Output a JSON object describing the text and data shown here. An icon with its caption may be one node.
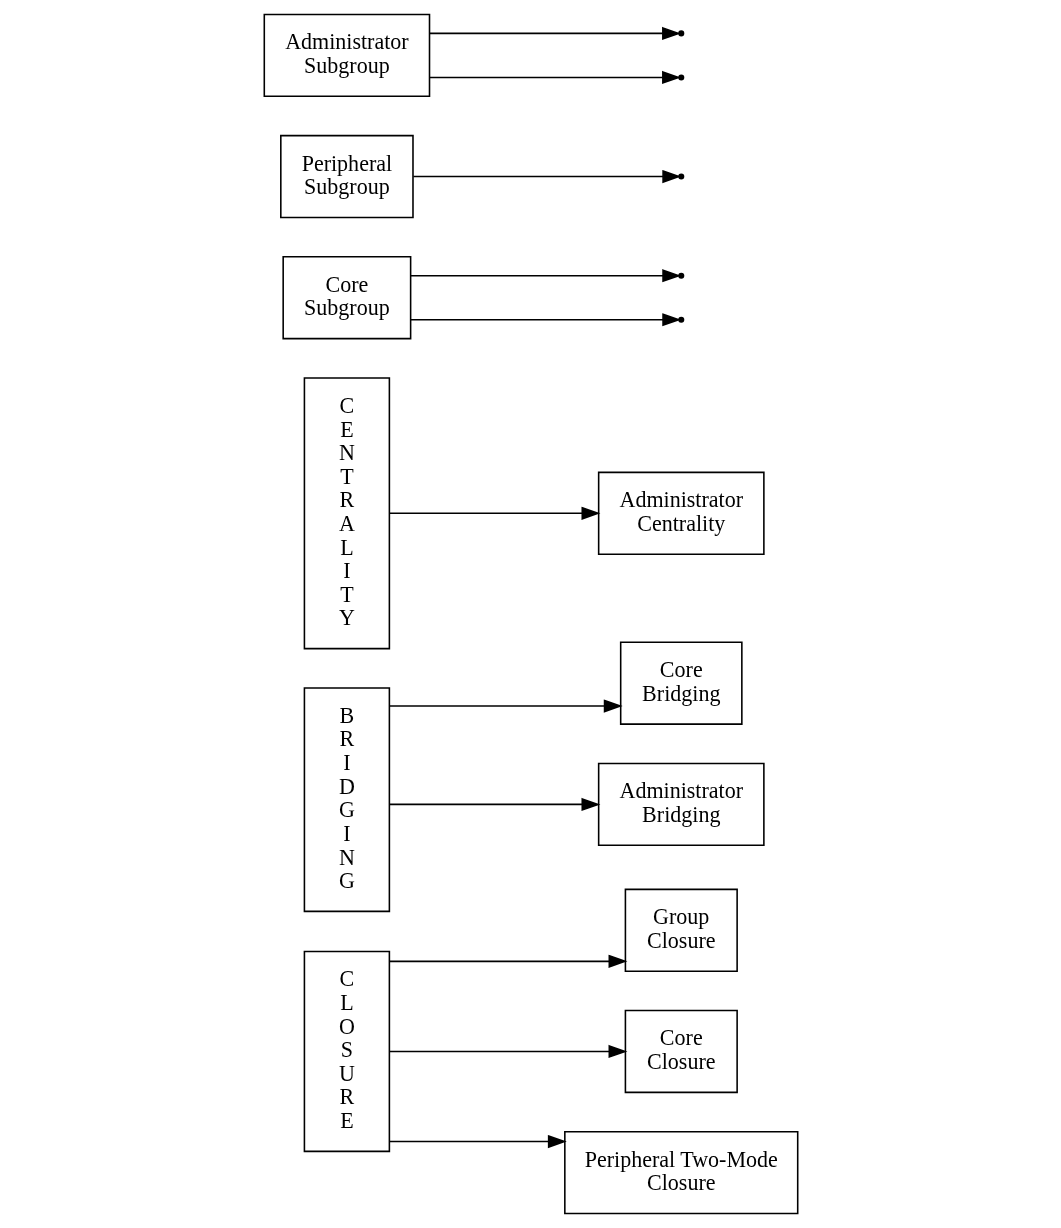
{
  "diagram": {
    "nodes": [
      {
        "text": [
          "C L O S U R E"
        ]
      },
      {
        "text": [
          "B R I D G I N G"
        ]
      },
      {
        "text": [
          "C E N T R A L I T Y"
        ]
      },
      {
        "text": [
          "Group Closure"
        ]
      },
      {
        "text": [
          "Core Closure"
        ]
      },
      {
        "text": [
          "Peripheral Two-Mode Closure"
        ]
      },
      {
        "text": [
          "Core Bridging"
        ]
      },
      {
        "text": [
          "Administrator Bridging"
        ]
      },
      {
        "text": [
          "Administrator Centrality"
        ]
      },
      {
        "text": [
          "Core Subgroup"
        ]
      },
      {
        "text": [
          "Peripheral Subgroup"
        ]
      },
      {
        "text": [
          "Administrator Subgroup"
        ]
      }
    ],
    "edges": [
      {
        "from": 0,
        "to": 3,
        "arrow": "to"
      },
      {
        "from": 0,
        "to": 4,
        "arrow": "to"
      },
      {
        "from": 0,
        "to": 5,
        "arrow": "to"
      },
      {
        "from": 1,
        "to": 6,
        "arrow": "to"
      },
      {
        "from": 1,
        "to": 7,
        "arrow": "to"
      },
      {
        "from": 2,
        "to": 8,
        "arrow": "to"
      },
      {
        "from": 9,
        "to": null,
        "arrow": "to"
      },
      {
        "from": 9,
        "to": null,
        "arrow": "to"
      },
      {
        "from": 10,
        "to": null,
        "arrow": "to"
      },
      {
        "from": 11,
        "to": null,
        "arrow": "to"
      },
      {
        "from": 11,
        "to": null,
        "arrow": "to"
      }
    ]
  }
}
